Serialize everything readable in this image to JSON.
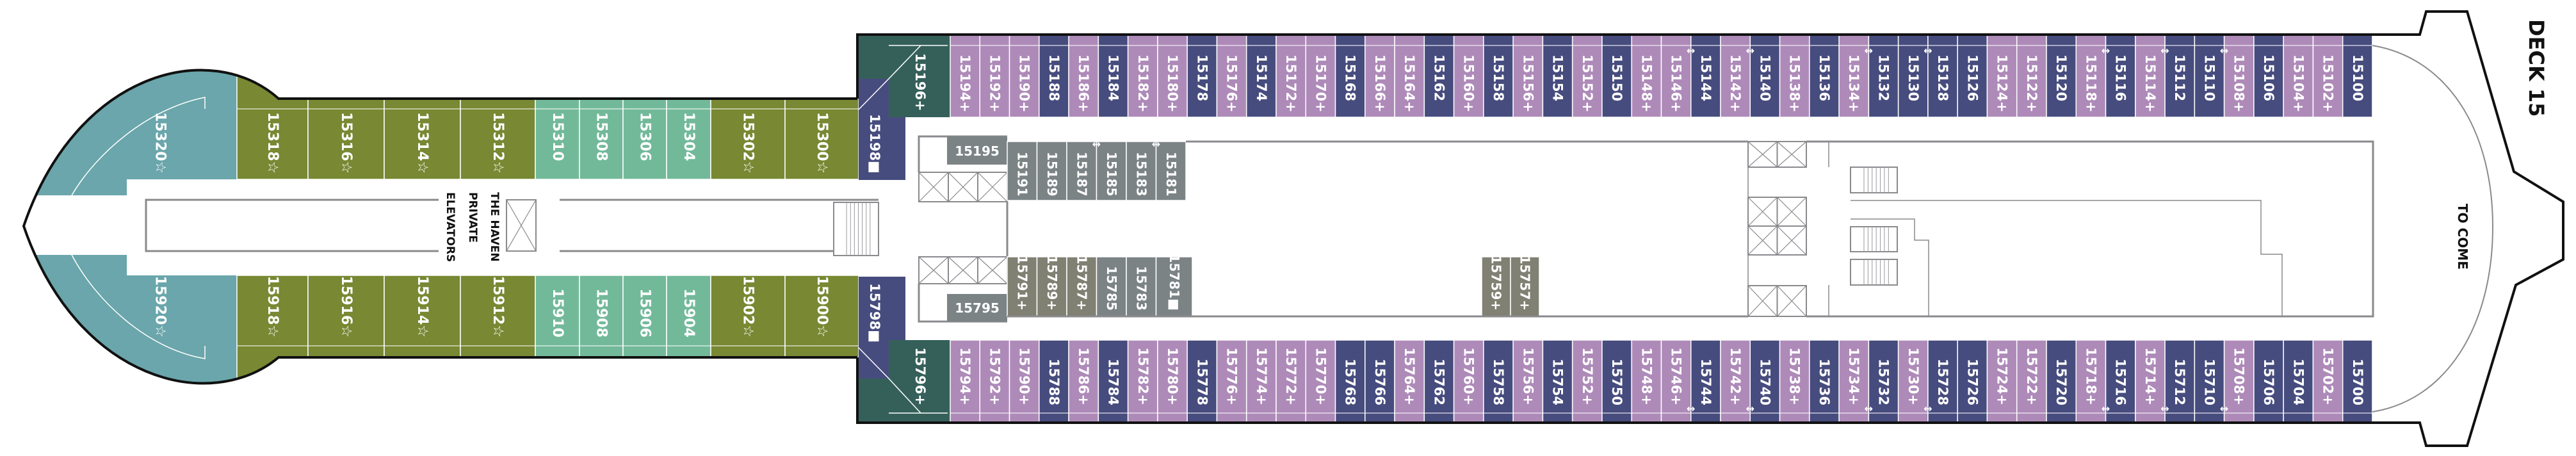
{
  "deck_label": "DECK 15",
  "to_come": "TO COME",
  "haven_elevators": [
    "THE HAVEN",
    "PRIVATE",
    "ELEVATORS"
  ],
  "colors": {
    "lilac": "#ae8ab9",
    "navy": "#474c7e",
    "olive": "#788833",
    "mint": "#72b99a",
    "teal": "#6aa6ab",
    "darkgreen": "#35605a",
    "gray": "#7b8385",
    "graygreen": "#808073",
    "hull": "#111111"
  },
  "haven": {
    "bow_top": "15320☆",
    "bow_bottom": "15920☆",
    "top": [
      {
        "n": "15318☆",
        "c": "olive"
      },
      {
        "n": "15316☆",
        "c": "olive"
      },
      {
        "n": "15314☆",
        "c": "olive"
      },
      {
        "n": "15312☆",
        "c": "olive"
      },
      {
        "n": "15310",
        "c": "mint"
      },
      {
        "n": "15308",
        "c": "mint"
      },
      {
        "n": "15306",
        "c": "mint"
      },
      {
        "n": "15304",
        "c": "mint"
      },
      {
        "n": "15302☆",
        "c": "olive"
      },
      {
        "n": "15300☆",
        "c": "olive"
      }
    ],
    "bottom": [
      {
        "n": "15918☆",
        "c": "olive"
      },
      {
        "n": "15916☆",
        "c": "olive"
      },
      {
        "n": "15914☆",
        "c": "olive"
      },
      {
        "n": "15912☆",
        "c": "olive"
      },
      {
        "n": "15910",
        "c": "mint"
      },
      {
        "n": "15908",
        "c": "mint"
      },
      {
        "n": "15906",
        "c": "mint"
      },
      {
        "n": "15904",
        "c": "mint"
      },
      {
        "n": "15902☆",
        "c": "olive"
      },
      {
        "n": "15900☆",
        "c": "olive"
      }
    ]
  },
  "aft": {
    "top_suite": "15196+",
    "top_square": "15198■",
    "bottom_suite": "15796+",
    "bottom_square": "15798■"
  },
  "inner": {
    "top_box": "15195",
    "bottom_box": "15795",
    "top": [
      {
        "n": "15191",
        "c": "gray"
      },
      {
        "n": "15189",
        "c": "gray"
      },
      {
        "n": "15187",
        "c": "gray"
      },
      {
        "n": "15185",
        "c": "gray"
      },
      {
        "n": "15183",
        "c": "gray"
      },
      {
        "n": "15181",
        "c": "gray"
      }
    ],
    "bottom": [
      {
        "n": "15791+",
        "c": "graygreen"
      },
      {
        "n": "15789+",
        "c": "graygreen"
      },
      {
        "n": "15787+",
        "c": "graygreen"
      },
      {
        "n": "15785",
        "c": "gray"
      },
      {
        "n": "15783",
        "c": "gray"
      },
      {
        "n": "15781■",
        "c": "gray"
      }
    ],
    "mid": [
      {
        "n": "15759+",
        "c": "graygreen"
      },
      {
        "n": "15757+",
        "c": "graygreen"
      }
    ],
    "connecting_top": [
      [
        "15187",
        "15185"
      ],
      [
        "15183",
        "15181"
      ]
    ]
  },
  "top_row": [
    {
      "n": "15194+",
      "c": "lilac"
    },
    {
      "n": "15192+",
      "c": "lilac"
    },
    {
      "n": "15190+",
      "c": "lilac"
    },
    {
      "n": "15188",
      "c": "navy"
    },
    {
      "n": "15186+",
      "c": "lilac"
    },
    {
      "n": "15184",
      "c": "navy"
    },
    {
      "n": "15182+",
      "c": "lilac"
    },
    {
      "n": "15180+",
      "c": "lilac"
    },
    {
      "n": "15178",
      "c": "navy"
    },
    {
      "n": "15176+",
      "c": "lilac"
    },
    {
      "n": "15174",
      "c": "navy"
    },
    {
      "n": "15172+",
      "c": "lilac"
    },
    {
      "n": "15170+",
      "c": "lilac"
    },
    {
      "n": "15168",
      "c": "navy"
    },
    {
      "n": "15166+",
      "c": "lilac"
    },
    {
      "n": "15164+",
      "c": "lilac"
    },
    {
      "n": "15162",
      "c": "navy"
    },
    {
      "n": "15160+",
      "c": "lilac"
    },
    {
      "n": "15158",
      "c": "navy"
    },
    {
      "n": "15156+",
      "c": "lilac"
    },
    {
      "n": "15154",
      "c": "navy"
    },
    {
      "n": "15152+",
      "c": "lilac"
    },
    {
      "n": "15150",
      "c": "navy"
    },
    {
      "n": "15148+",
      "c": "lilac"
    },
    {
      "n": "15146+",
      "c": "lilac"
    },
    {
      "n": "15144",
      "c": "navy"
    },
    {
      "n": "15142+",
      "c": "lilac"
    },
    {
      "n": "15140",
      "c": "navy"
    },
    {
      "n": "15138+",
      "c": "lilac"
    },
    {
      "n": "15136",
      "c": "navy"
    },
    {
      "n": "15134+",
      "c": "lilac"
    },
    {
      "n": "15132",
      "c": "navy"
    },
    {
      "n": "15130",
      "c": "navy"
    },
    {
      "n": "15128",
      "c": "navy"
    },
    {
      "n": "15126",
      "c": "navy"
    },
    {
      "n": "15124+",
      "c": "lilac"
    },
    {
      "n": "15122+",
      "c": "lilac"
    },
    {
      "n": "15120",
      "c": "navy"
    },
    {
      "n": "15118+",
      "c": "lilac"
    },
    {
      "n": "15116",
      "c": "navy"
    },
    {
      "n": "15114+",
      "c": "lilac"
    },
    {
      "n": "15112",
      "c": "navy"
    },
    {
      "n": "15110",
      "c": "navy"
    },
    {
      "n": "15108+",
      "c": "lilac"
    },
    {
      "n": "15106",
      "c": "navy"
    },
    {
      "n": "15104+",
      "c": "lilac"
    },
    {
      "n": "15102+",
      "c": "lilac"
    },
    {
      "n": "15100",
      "c": "navy"
    }
  ],
  "bottom_row": [
    {
      "n": "15794+",
      "c": "lilac"
    },
    {
      "n": "15792+",
      "c": "lilac"
    },
    {
      "n": "15790+",
      "c": "lilac"
    },
    {
      "n": "15788",
      "c": "navy"
    },
    {
      "n": "15786+",
      "c": "lilac"
    },
    {
      "n": "15784",
      "c": "navy"
    },
    {
      "n": "15782+",
      "c": "lilac"
    },
    {
      "n": "15780+",
      "c": "lilac"
    },
    {
      "n": "15778",
      "c": "navy"
    },
    {
      "n": "15776+",
      "c": "lilac"
    },
    {
      "n": "15774+",
      "c": "lilac"
    },
    {
      "n": "15772+",
      "c": "lilac"
    },
    {
      "n": "15770+",
      "c": "lilac"
    },
    {
      "n": "15768",
      "c": "navy"
    },
    {
      "n": "15766",
      "c": "navy"
    },
    {
      "n": "15764+",
      "c": "lilac"
    },
    {
      "n": "15762",
      "c": "navy"
    },
    {
      "n": "15760+",
      "c": "lilac"
    },
    {
      "n": "15758",
      "c": "navy"
    },
    {
      "n": "15756+",
      "c": "lilac"
    },
    {
      "n": "15754",
      "c": "navy"
    },
    {
      "n": "15752+",
      "c": "lilac"
    },
    {
      "n": "15750",
      "c": "navy"
    },
    {
      "n": "15748+",
      "c": "lilac"
    },
    {
      "n": "15746+",
      "c": "lilac"
    },
    {
      "n": "15744",
      "c": "navy"
    },
    {
      "n": "15742+",
      "c": "lilac"
    },
    {
      "n": "15740",
      "c": "navy"
    },
    {
      "n": "15738+",
      "c": "lilac"
    },
    {
      "n": "15736",
      "c": "navy"
    },
    {
      "n": "15734+",
      "c": "lilac"
    },
    {
      "n": "15732",
      "c": "navy"
    },
    {
      "n": "15730+",
      "c": "lilac"
    },
    {
      "n": "15728",
      "c": "navy"
    },
    {
      "n": "15726",
      "c": "navy"
    },
    {
      "n": "15724+",
      "c": "lilac"
    },
    {
      "n": "15722+",
      "c": "lilac"
    },
    {
      "n": "15720",
      "c": "navy"
    },
    {
      "n": "15718+",
      "c": "lilac"
    },
    {
      "n": "15716",
      "c": "navy"
    },
    {
      "n": "15714+",
      "c": "lilac"
    },
    {
      "n": "15712",
      "c": "navy"
    },
    {
      "n": "15710",
      "c": "navy"
    },
    {
      "n": "15708+",
      "c": "lilac"
    },
    {
      "n": "15706",
      "c": "navy"
    },
    {
      "n": "15704",
      "c": "navy"
    },
    {
      "n": "15702+",
      "c": "lilac"
    },
    {
      "n": "15700",
      "c": "navy"
    }
  ],
  "connecting_top": [
    [
      "15146+",
      "15144"
    ],
    [
      "15142+",
      "15140"
    ],
    [
      "15134+",
      "15132"
    ],
    [
      "15130",
      "15128"
    ],
    [
      "15118+",
      "15116"
    ],
    [
      "15114+",
      "15112"
    ],
    [
      "15110",
      "15108+"
    ]
  ],
  "connecting_bottom": [
    [
      "15746+",
      "15744"
    ],
    [
      "15742+",
      "15740"
    ],
    [
      "15734+",
      "15732"
    ],
    [
      "15730+",
      "15728"
    ],
    [
      "15718+",
      "15716"
    ],
    [
      "15714+",
      "15712"
    ],
    [
      "15710",
      "15708+"
    ]
  ]
}
